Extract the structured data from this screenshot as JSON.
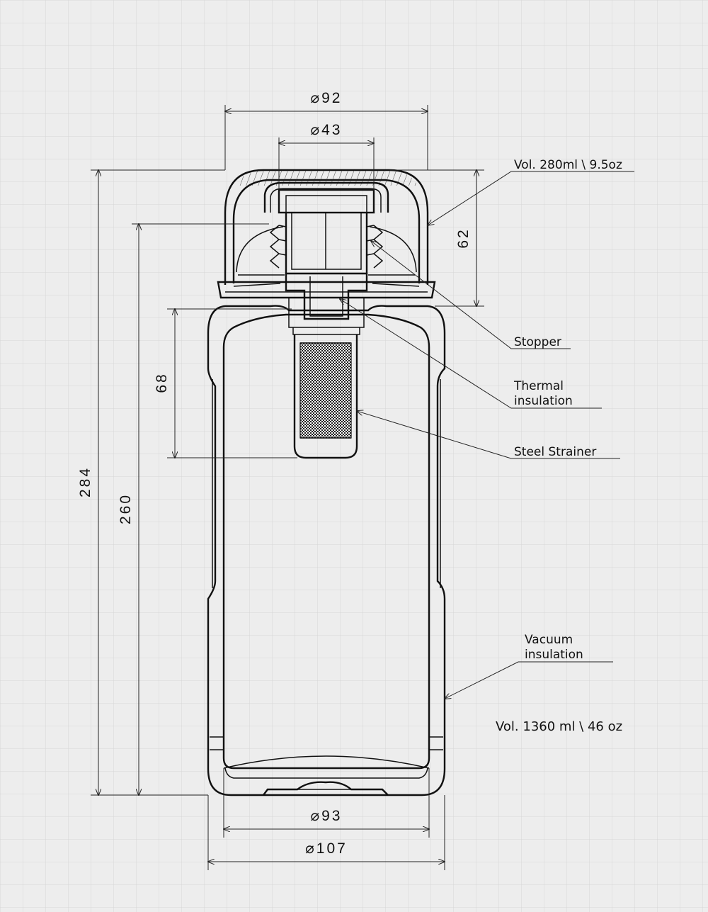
{
  "diagram": {
    "dimensions": {
      "cap_width": "⌀92",
      "stopper_width": "⌀43",
      "body_inner_width": "⌀93",
      "body_outer_width": "⌀107",
      "total_height": "284",
      "body_height": "260",
      "strainer_height": "68",
      "cap_height": "62"
    },
    "labels": {
      "cap_volume": "Vol. 280ml \\ 9.5oz",
      "stopper": "Stopper",
      "thermal_1": "Thermal",
      "thermal_2": "insulation",
      "strainer": "Steel Strainer",
      "vacuum_1": "Vacuum",
      "vacuum_2": "insulation",
      "body_volume": "Vol. 1360 ml \\ 46 oz"
    },
    "colors": {
      "background": "#ededed",
      "grid": "#d6d6d6",
      "ink": "#111111"
    }
  }
}
